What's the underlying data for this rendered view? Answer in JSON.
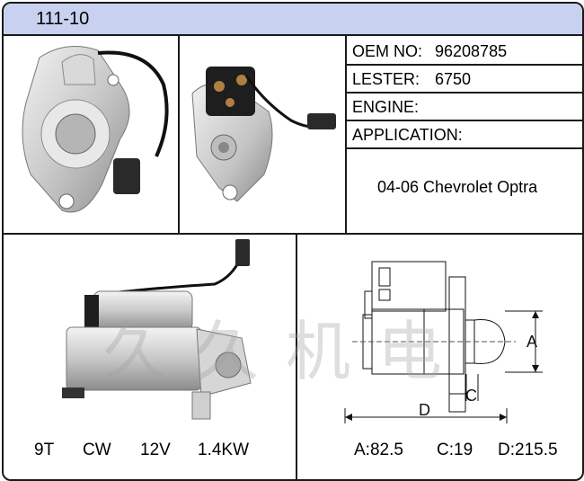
{
  "header": {
    "part_number": "111-10"
  },
  "specs": {
    "oem_label": "OEM NO:",
    "oem_value": "96208785",
    "lester_label": "LESTER:",
    "lester_value": "6750",
    "engine_label": "ENGINE:",
    "engine_value": "",
    "application_label": "APPLICATION:",
    "application_value": "04-06 Chevrolet Optra"
  },
  "electrical": {
    "teeth": "9T",
    "rotation": "CW",
    "voltage": "12V",
    "power": "1.4KW"
  },
  "dimensions": {
    "a": "A:82.5",
    "c": "C:19",
    "d": "D:215.5",
    "label_a": "A",
    "label_c": "C",
    "label_d": "D"
  },
  "watermark": "久久机电",
  "colors": {
    "header_bg": "#c8d2f0",
    "border": "#1a1a1a"
  }
}
